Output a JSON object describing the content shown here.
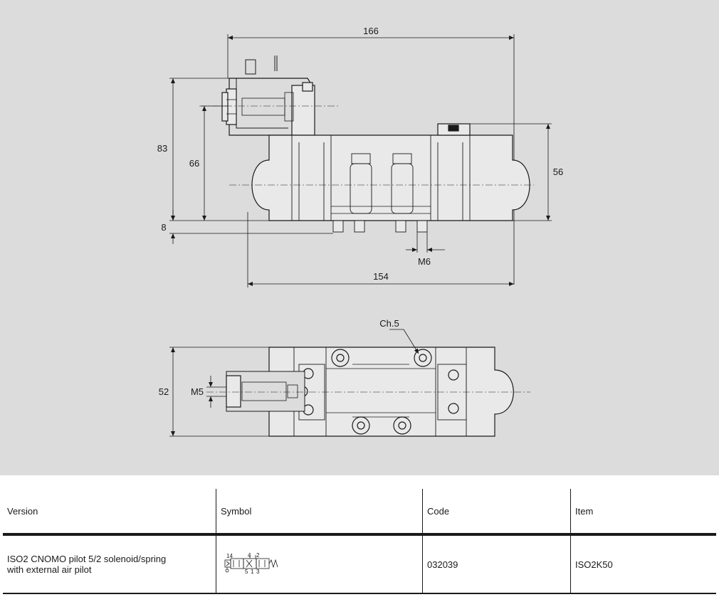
{
  "drawing": {
    "side_view": {
      "dim_overall_length": "166",
      "dim_height_total": "83",
      "dim_height_solenoid": "66",
      "dim_body_height": "56",
      "dim_base": "8",
      "dim_thread": "M6",
      "dim_body_length": "154"
    },
    "top_view": {
      "dim_chamfer": "Ch.5",
      "dim_width": "52",
      "dim_pilot_thread": "M5"
    }
  },
  "table": {
    "headers": {
      "version": "Version",
      "symbol": "Symbol",
      "code": "Code",
      "item": "Item"
    },
    "rows": [
      {
        "version": "ISO2 CNOMO pilot 5/2 solenoid/spring\nwith external air pilot",
        "symbol_ports": {
          "p14": "14",
          "p4": "4",
          "p2": "2",
          "p5": "5",
          "p1": "1",
          "p3": "3"
        },
        "code": "032039",
        "item": "ISO2K50"
      }
    ]
  }
}
